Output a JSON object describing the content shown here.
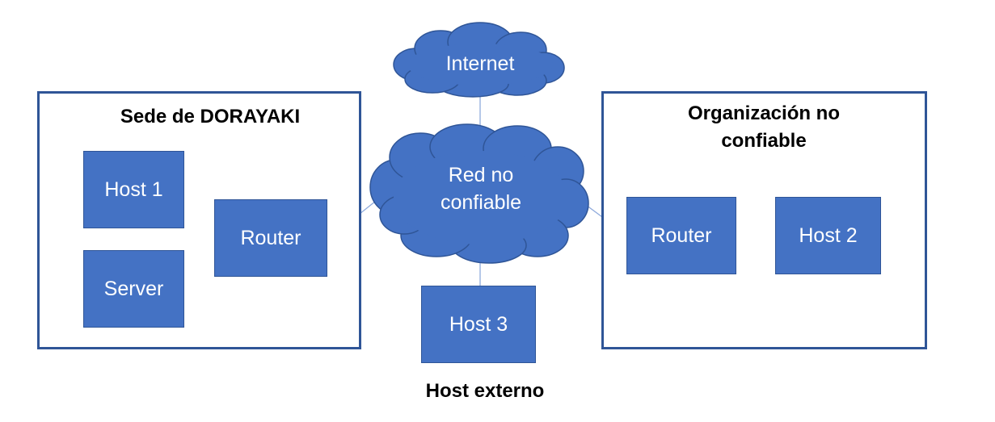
{
  "colors": {
    "node_fill": "#4472C4",
    "border": "#2F5597",
    "background": "#FFFFFF"
  },
  "zones": {
    "dorayaki": {
      "title": "Sede de DORAYAKI"
    },
    "untrusted_org": {
      "title": "Organización no confiable"
    },
    "external": {
      "title": "Host externo"
    }
  },
  "clouds": {
    "internet": {
      "label": "Internet"
    },
    "untrusted_network": {
      "label": "Red no confiable"
    }
  },
  "nodes": {
    "host1": "Host 1",
    "server": "Server",
    "router_left": "Router",
    "router_right": "Router",
    "host2": "Host 2",
    "host3": "Host 3"
  }
}
